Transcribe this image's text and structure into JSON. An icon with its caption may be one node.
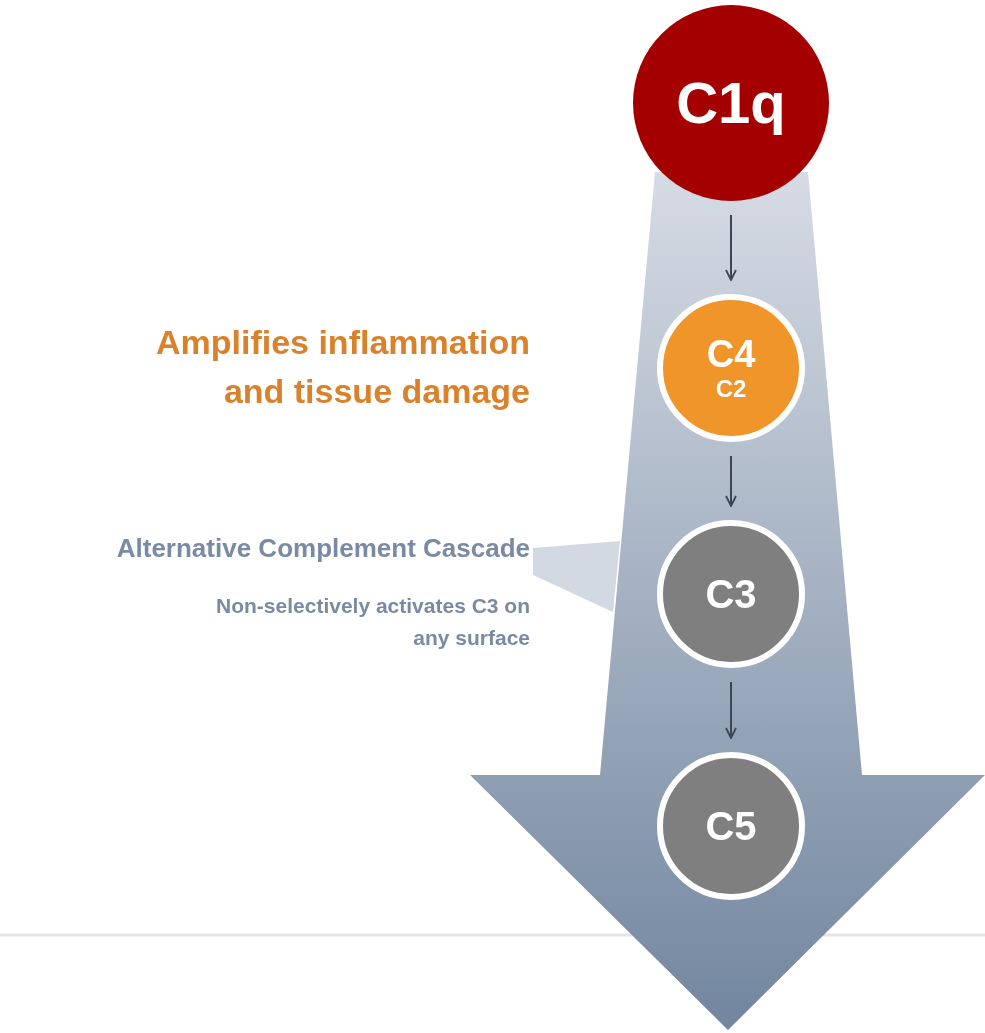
{
  "diagram": {
    "nodes": [
      {
        "text": [
          "C1q"
        ]
      },
      {
        "text": [
          "C4",
          "C2"
        ]
      },
      {
        "text": [
          "C3"
        ]
      },
      {
        "text": [
          "C5"
        ]
      }
    ],
    "edges": [
      {
        "from": 0,
        "to": 1,
        "arrow": "to"
      },
      {
        "from": 1,
        "to": 2,
        "arrow": "to"
      },
      {
        "from": 2,
        "to": 3,
        "arrow": "to"
      }
    ],
    "labels": [
      "Amplifies inflammation and tissue damage",
      "Alternative Complement Cascade",
      "Non-selectively activates C3 on any surface"
    ]
  }
}
